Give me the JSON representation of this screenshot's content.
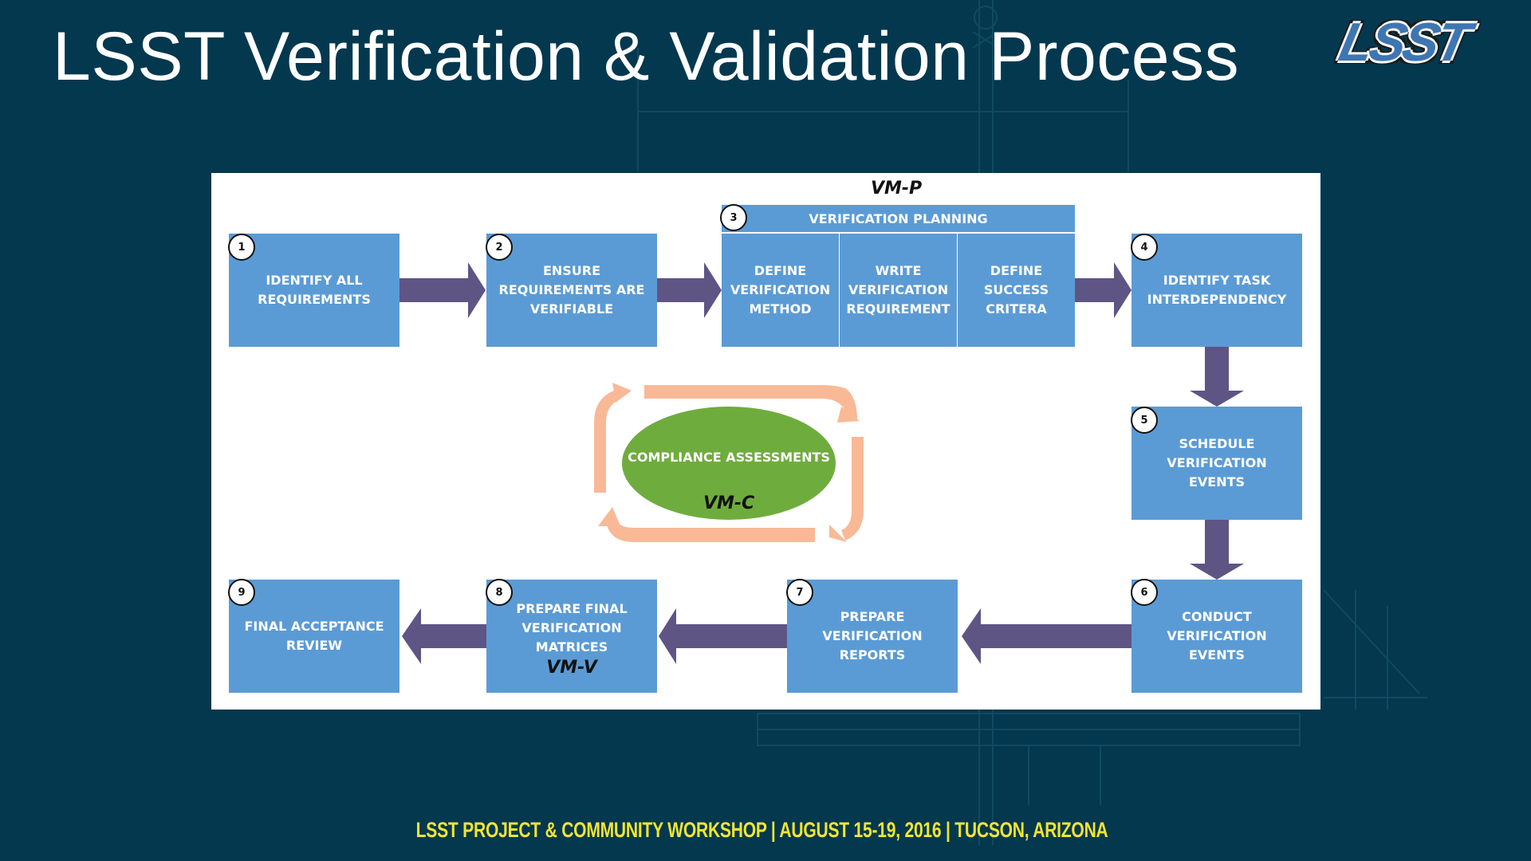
{
  "slide": {
    "title": "LSST Verification & Validation Process",
    "logo_text": "LSST",
    "footer": "LSST PROJECT & COMMUNITY WORKSHOP  |  AUGUST 15-19, 2016  |  TUCSON, ARIZONA"
  },
  "diagram": {
    "vmp_label": "VM-P",
    "vmc_label": "VM-C",
    "vmv_label": "VM-V",
    "planning_header": "VERIFICATION PLANNING",
    "compliance": "COMPLIANCE ASSESSMENTS",
    "steps": [
      {
        "number": "1",
        "label": "IDENTIFY ALL\nREQUIREMENTS"
      },
      {
        "number": "2",
        "label": "ENSURE\nREQUIREMENTS ARE\nVERIFIABLE"
      },
      {
        "number": "3",
        "label": "VERIFICATION PLANNING"
      },
      {
        "number": "4",
        "label": "IDENTIFY TASK\nINTERDEPENDENCY"
      },
      {
        "number": "5",
        "label": "SCHEDULE\nVERIFICATION EVENTS"
      },
      {
        "number": "6",
        "label": "CONDUCT\nVERIFICATION EVENTS"
      },
      {
        "number": "7",
        "label": "PREPARE VERIFICATION\nREPORTS"
      },
      {
        "number": "8",
        "label": "PREPARE FINAL\nVERIFICATION\nMATRICES"
      },
      {
        "number": "9",
        "label": "FINAL ACCEPTANCE\nREVIEW"
      }
    ],
    "planning_subs": [
      "DEFINE\nVERIFICATION\nMETHOD",
      "WRITE\nVERIFICATION\nREQUIREMENT",
      "DEFINE\nSUCCESS\nCRITERA"
    ]
  },
  "colors": {
    "background": "#03384f",
    "box": "#5b9bd5",
    "arrow": "#5e5585",
    "cycle": "#f9b996",
    "ellipse": "#6fac3e",
    "footer": "#f2e531"
  }
}
